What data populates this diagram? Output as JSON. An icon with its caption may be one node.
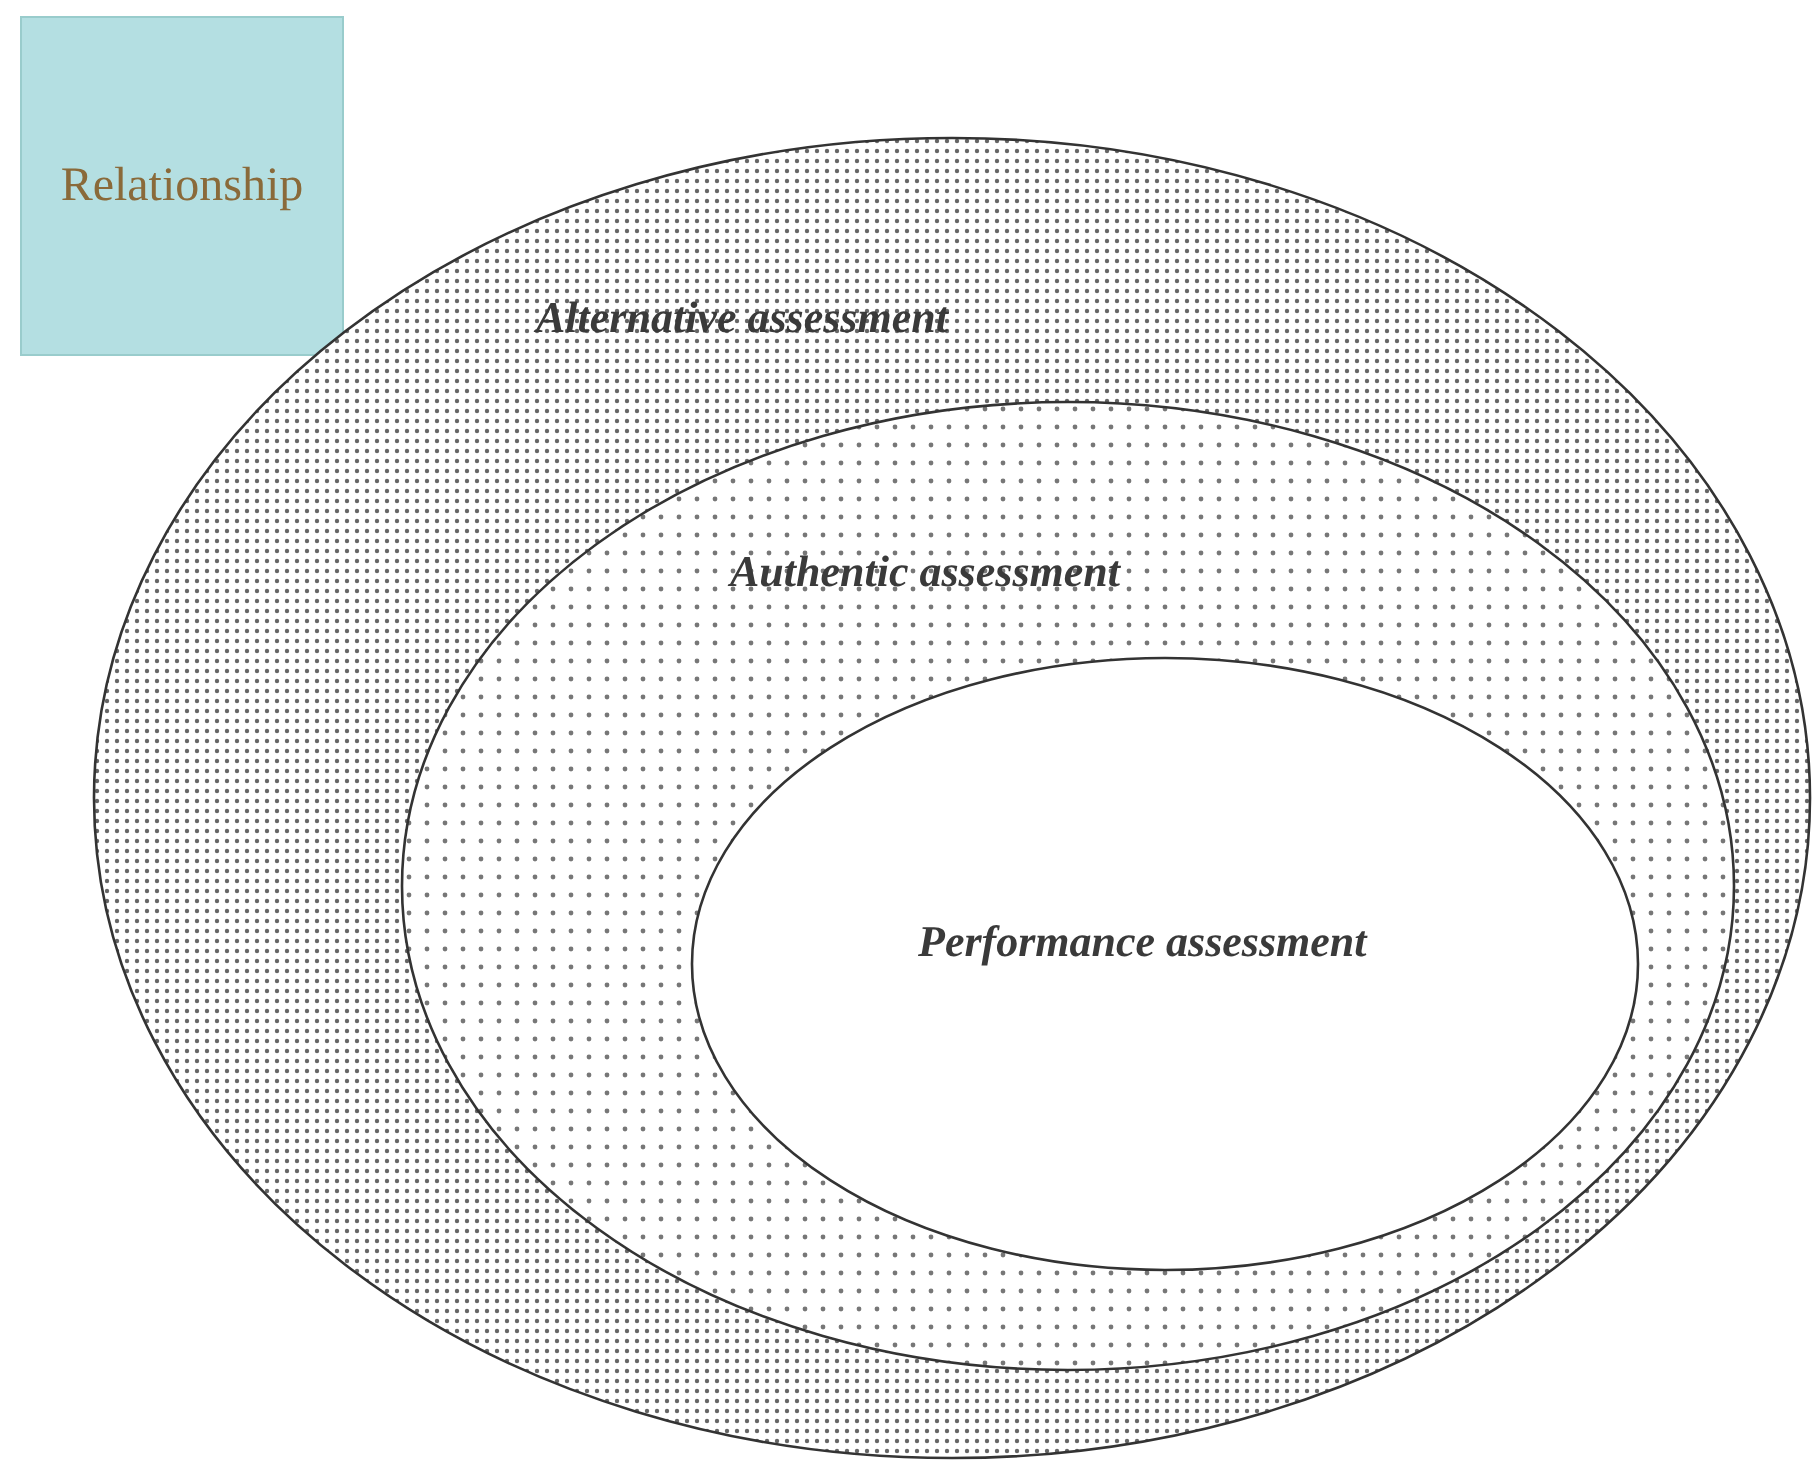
{
  "diagram": {
    "nodes": [
      {
        "text": [
          "Relationship"
        ]
      },
      {
        "text": [
          "Alternative assessment"
        ]
      },
      {
        "text": [
          "Authentic assessment"
        ],
        "in": 1
      },
      {
        "text": [
          "Performance assessment"
        ],
        "in": 2
      }
    ]
  }
}
